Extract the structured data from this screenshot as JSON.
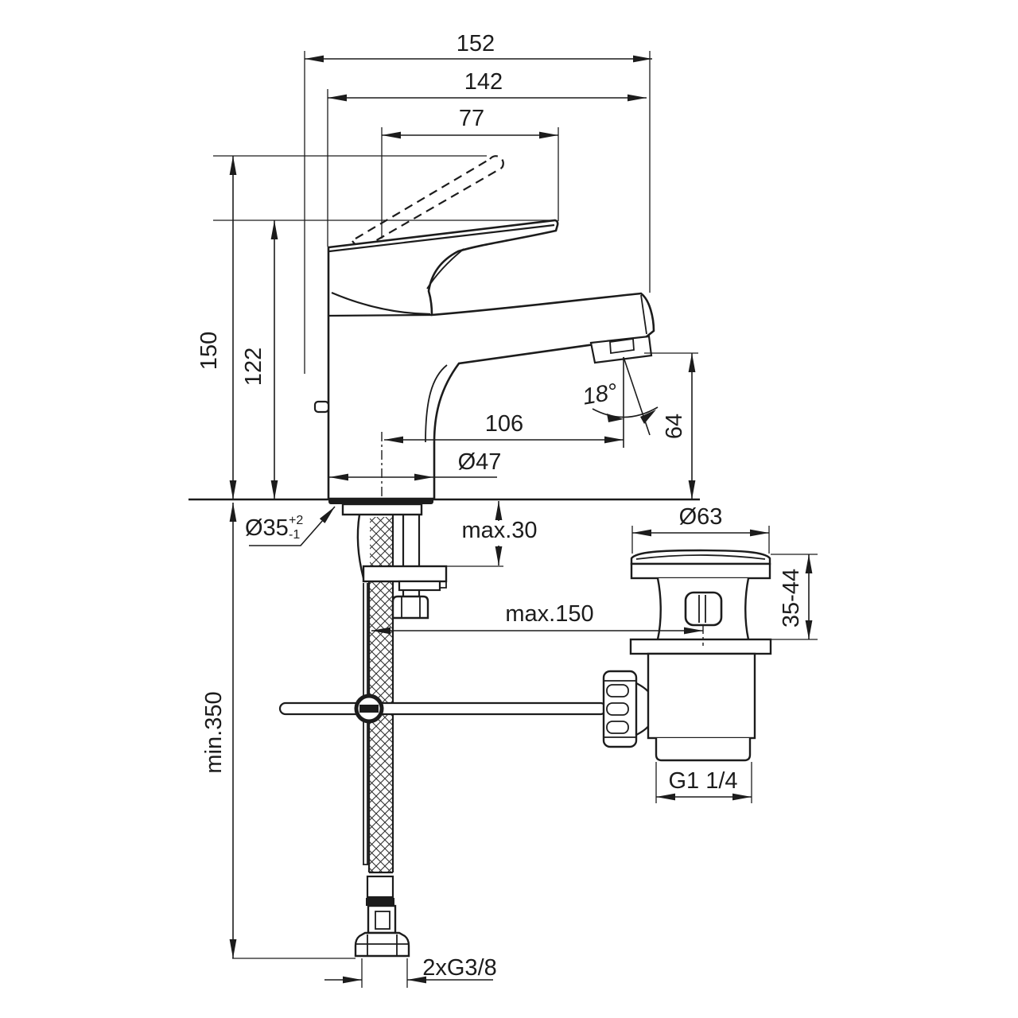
{
  "drawing": {
    "colors": {
      "line": "#1c1c1c",
      "background": "#ffffff"
    },
    "dim": {
      "overall_width": "152",
      "spout_to_back": "142",
      "handle_length": "77",
      "height_handle_raised": "150",
      "height_handle_down": "122",
      "spout_reach": "106",
      "base_diameter": "Ø47",
      "spout_angle": "18°",
      "outlet_height": "64",
      "mounting_hole": "Ø35",
      "mounting_hole_tol_plus": "+2",
      "mounting_hole_tol_minus": "-1",
      "deck_thickness": "max.30",
      "waste_flange_diameter": "Ø63",
      "waste_install_depth": "35-44",
      "rod_reach": "max.150",
      "hose_min_length": "min.350",
      "waste_thread": "G1 1/4",
      "supply_connection": "2xG3/8"
    }
  }
}
